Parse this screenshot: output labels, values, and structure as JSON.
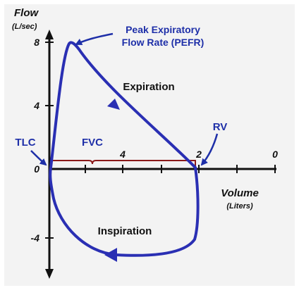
{
  "colors": {
    "background": "#f3f3f3",
    "loop": "#2a2fb3",
    "axis": "#111111",
    "fvc_bracket": "#8b1a1a",
    "annotation_blue": "#1e2fa8"
  },
  "y_axis": {
    "title": "Flow",
    "unit": "(L/sec)",
    "ticks": [
      "8",
      "4",
      "0",
      "-4"
    ]
  },
  "x_axis": {
    "title": "Volume",
    "unit": "(Liters)",
    "ticks": [
      "4",
      "2",
      "0"
    ]
  },
  "labels": {
    "pefr_line1": "Peak Expiratory",
    "pefr_line2": "Flow Rate (PEFR)",
    "expiration": "Expiration",
    "inspiration": "Inspiration",
    "tlc": "TLC",
    "rv": "RV",
    "fvc": "FVC"
  }
}
